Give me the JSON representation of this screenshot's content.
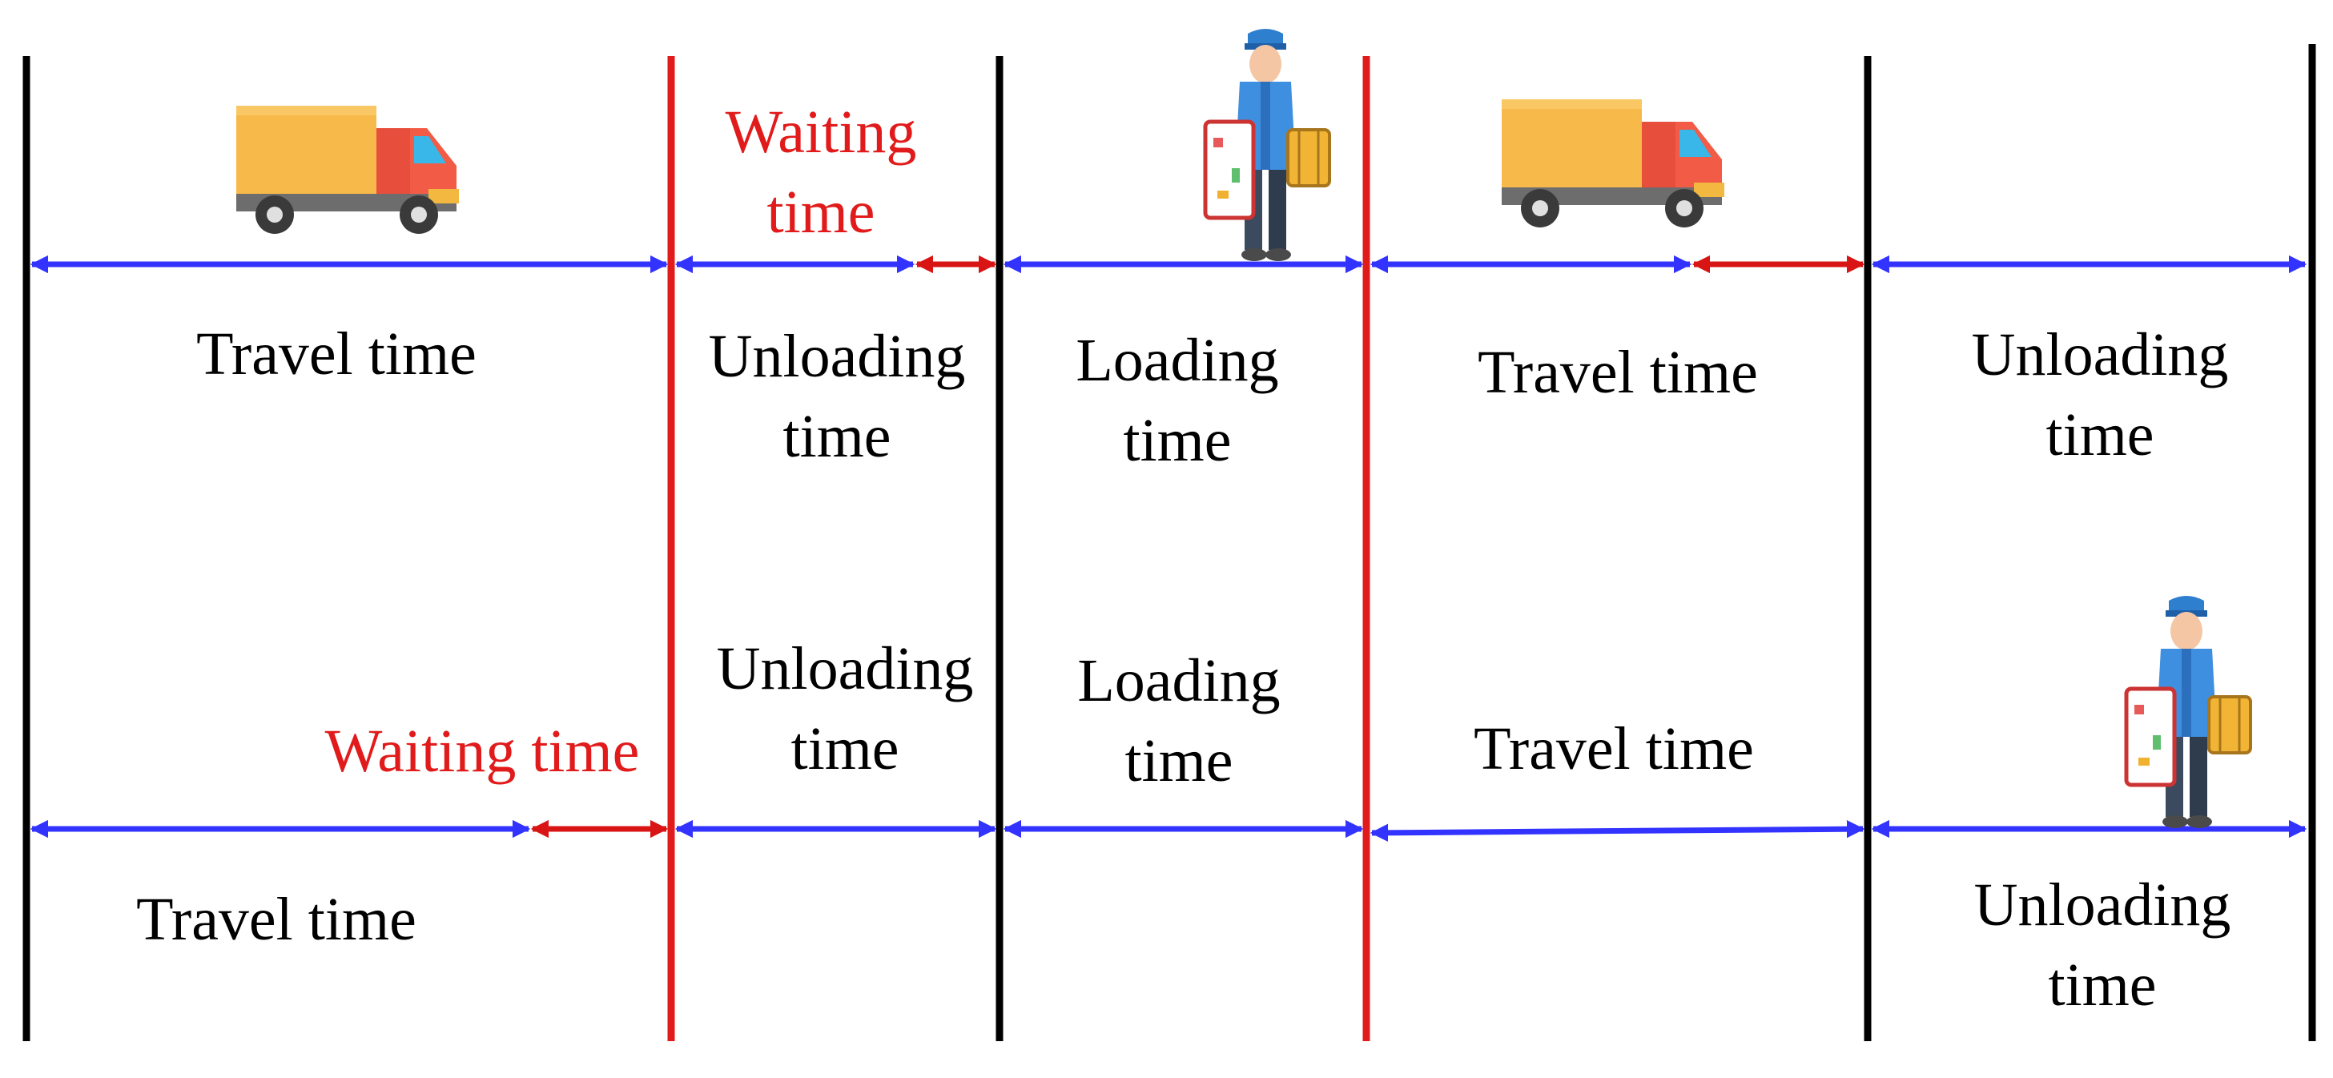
{
  "colors": {
    "boundary_black": "#000000",
    "boundary_red": "#e11b1b",
    "arrow_blue": "#3333ff",
    "arrow_red": "#d91414",
    "label_black": "#000000",
    "label_red": "#e11b1b"
  },
  "icons": {
    "vehicle": "truck-icon",
    "worker": "porter-icon"
  },
  "labels": {
    "top_travel_1": "Travel time",
    "top_waiting_line1": "Waiting",
    "top_waiting_line2": "time",
    "top_unloading_1_line1": "Unloading",
    "top_unloading_1_line2": "time",
    "top_loading_line1": "Loading",
    "top_loading_line2": "time",
    "top_travel_2": "Travel time",
    "top_unloading_2_line1": "Unloading",
    "top_unloading_2_line2": "time",
    "bottom_travel_1": "Travel time",
    "bottom_waiting": "Waiting time",
    "bottom_unloading_1_line1": "Unloading",
    "bottom_unloading_1_line2": "time",
    "bottom_loading_line1": "Loading",
    "bottom_loading_line2": "time",
    "bottom_travel_2": "Travel time",
    "bottom_unloading_2_line1": "Unloading",
    "bottom_unloading_2_line2": "time"
  }
}
